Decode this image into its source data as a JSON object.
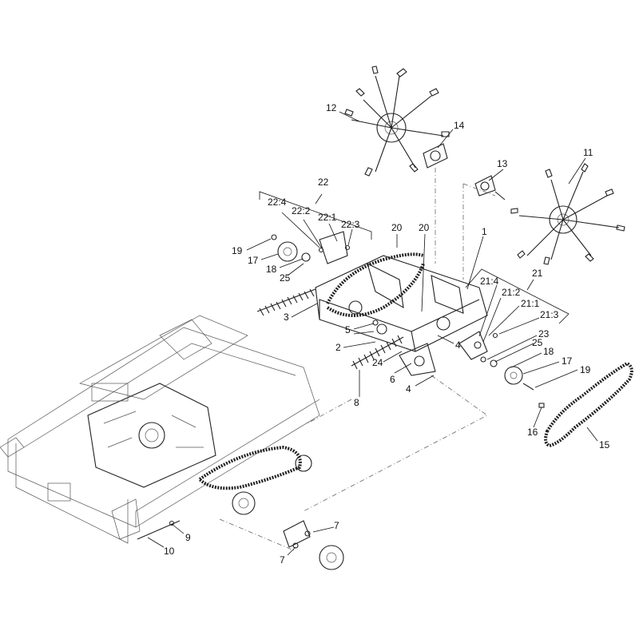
{
  "callouts": [
    {
      "id": "c12",
      "text": "12"
    },
    {
      "id": "c14",
      "text": "14"
    },
    {
      "id": "c13",
      "text": "13"
    },
    {
      "id": "c11",
      "text": "11"
    },
    {
      "id": "c22",
      "text": "22"
    },
    {
      "id": "c22_4",
      "text": "22:4"
    },
    {
      "id": "c22_2",
      "text": "22:2"
    },
    {
      "id": "c22_1",
      "text": "22:1"
    },
    {
      "id": "c22_3",
      "text": "22:3"
    },
    {
      "id": "c20a",
      "text": "20"
    },
    {
      "id": "c20b",
      "text": "20"
    },
    {
      "id": "c1",
      "text": "1"
    },
    {
      "id": "c19a",
      "text": "19"
    },
    {
      "id": "c17a",
      "text": "17"
    },
    {
      "id": "c18a",
      "text": "18"
    },
    {
      "id": "c25a",
      "text": "25"
    },
    {
      "id": "c21",
      "text": "21"
    },
    {
      "id": "c21_4",
      "text": "21:4"
    },
    {
      "id": "c21_2",
      "text": "21:2"
    },
    {
      "id": "c21_1",
      "text": "21:1"
    },
    {
      "id": "c21_3",
      "text": "21:3"
    },
    {
      "id": "c3",
      "text": "3"
    },
    {
      "id": "c5",
      "text": "5"
    },
    {
      "id": "c2",
      "text": "2"
    },
    {
      "id": "c4a",
      "text": "4"
    },
    {
      "id": "c23",
      "text": "23"
    },
    {
      "id": "c25b",
      "text": "25"
    },
    {
      "id": "c18b",
      "text": "18"
    },
    {
      "id": "c17b",
      "text": "17"
    },
    {
      "id": "c19b",
      "text": "19"
    },
    {
      "id": "c24",
      "text": "24"
    },
    {
      "id": "c6",
      "text": "6"
    },
    {
      "id": "c4b",
      "text": "4"
    },
    {
      "id": "c8",
      "text": "8"
    },
    {
      "id": "c16",
      "text": "16"
    },
    {
      "id": "c15",
      "text": "15"
    },
    {
      "id": "c7a",
      "text": "7"
    },
    {
      "id": "c7b",
      "text": "7"
    },
    {
      "id": "c9",
      "text": "9"
    },
    {
      "id": "c10",
      "text": "10"
    }
  ]
}
